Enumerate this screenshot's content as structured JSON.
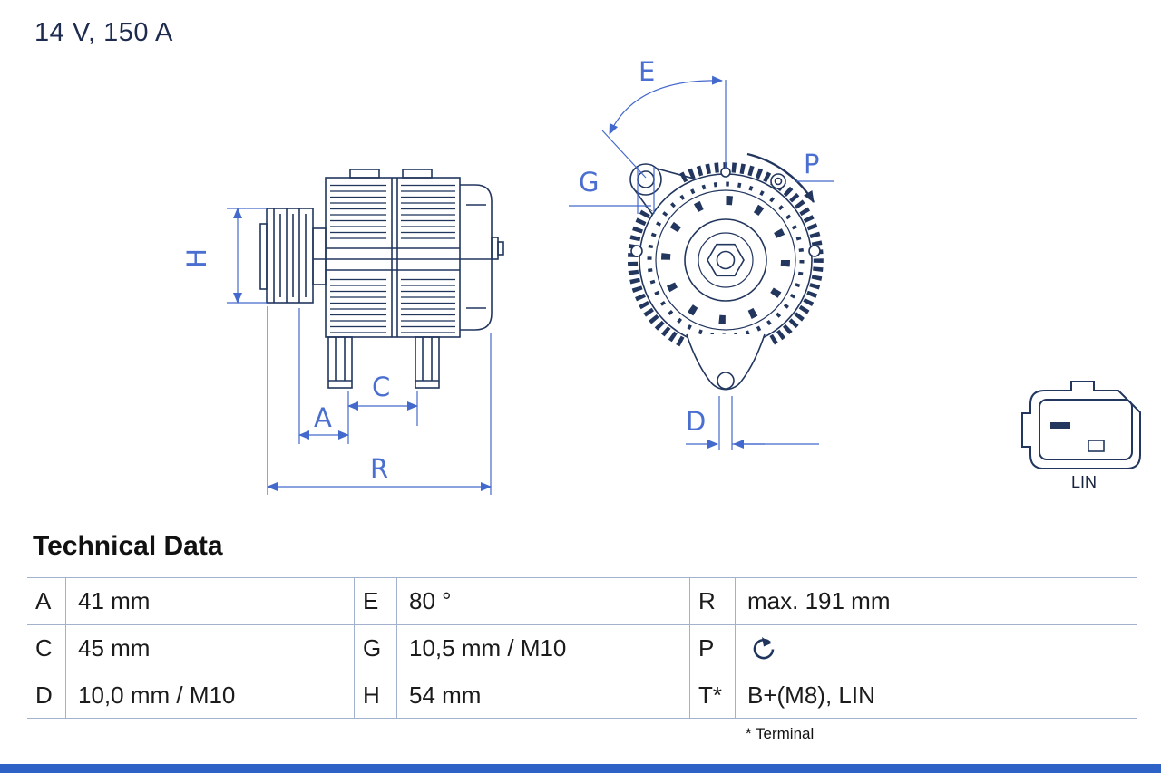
{
  "header": {
    "rating": "14 V, 150 A"
  },
  "diagram": {
    "labels": {
      "H": "H",
      "A": "A",
      "C": "C",
      "R": "R",
      "E": "E",
      "G": "G",
      "P": "P",
      "D": "D"
    },
    "connector_label": "LIN",
    "icons": {
      "p_value": "rotation-direction-icon"
    }
  },
  "technical_data": {
    "title": "Technical Data",
    "footnote": "* Terminal",
    "rows": [
      {
        "l1": "A",
        "v1": "41 mm",
        "l2": "E",
        "v2": "80 °",
        "l3": "R",
        "v3": "max. 191 mm"
      },
      {
        "l1": "C",
        "v1": "45 mm",
        "l2": "G",
        "v2": "10,5 mm / M10",
        "l3": "P",
        "v3": ""
      },
      {
        "l1": "D",
        "v1": "10,0 mm / M10",
        "l2": "H",
        "v2": "54 mm",
        "l3": "T*",
        "v3": "B+(M8), LIN"
      }
    ]
  },
  "colors": {
    "line": "#22365e",
    "dimension": "#4469cd",
    "table_border": "#a3b2cc",
    "footer_bar": "#2f62c6",
    "text": "#1b1b1b"
  }
}
